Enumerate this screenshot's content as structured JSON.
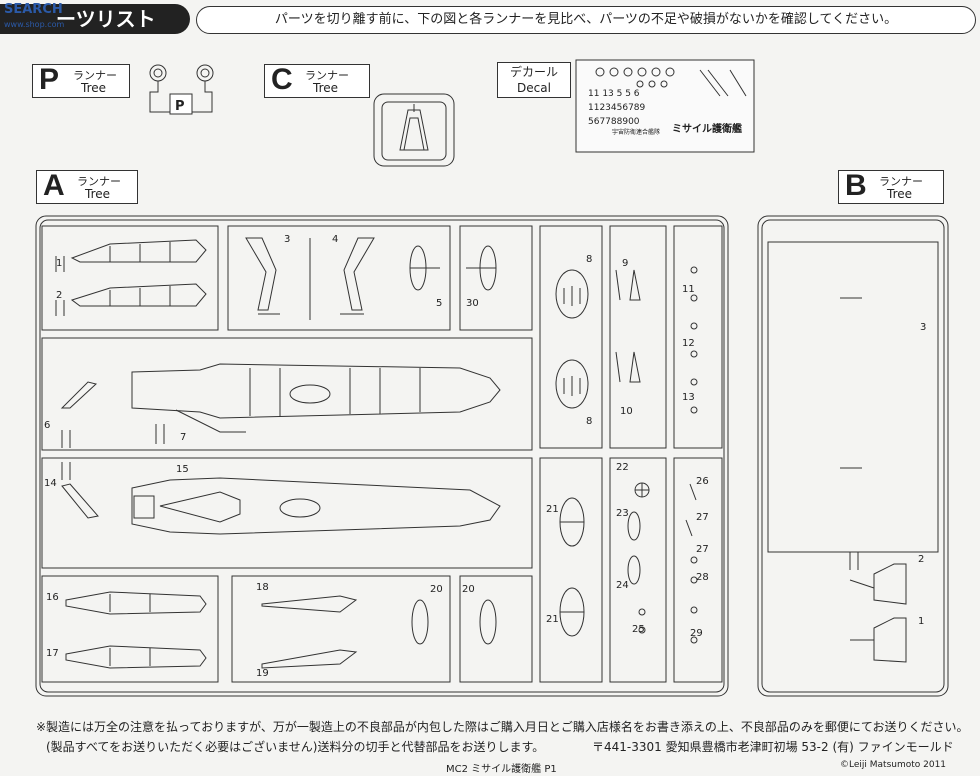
{
  "header": {
    "title": "ーツリスト",
    "watermark": "SEARCH",
    "watermark_sub": "www.shop.com",
    "notice": "パーツを切り離す前に、下の図と各ランナーを見比べ、パーツの不足や破損がないかを確認してください。"
  },
  "runners": {
    "p": {
      "letter": "P",
      "jp": "ランナー",
      "en": "Tree",
      "part_mark": "P"
    },
    "c": {
      "letter": "C",
      "jp": "ランナー",
      "en": "Tree"
    },
    "a": {
      "letter": "A",
      "jp": "ランナー",
      "en": "Tree"
    },
    "b": {
      "letter": "B",
      "jp": "ランナー",
      "en": "Tree"
    }
  },
  "decal": {
    "jp": "デカール",
    "en": "Decal",
    "sheet_title": "ミサイル護衛艦",
    "sheet_sub1": "宇宙防衛連合艦隊",
    "numbers_row1": "11 13 5 5 6",
    "numbers_row2": "1123456789",
    "numbers_row3": "567788900"
  },
  "tree_a_part_numbers": [
    "1",
    "2",
    "3",
    "4",
    "5",
    "30",
    "8",
    "9",
    "11",
    "12",
    "13",
    "6",
    "7",
    "14",
    "15",
    "8",
    "10",
    "22",
    "26",
    "21",
    "23",
    "27",
    "27",
    "28",
    "24",
    "16",
    "18",
    "20",
    "20",
    "21",
    "25",
    "29",
    "17",
    "19"
  ],
  "tree_b_part_numbers": [
    "3",
    "2",
    "1"
  ],
  "footer": {
    "line1": "※製造には万全の注意を払っておりますが、万が一製造上の不良部品が内包した際はご購入月日とご購入店様名をお書き添えの上、不良部品のみを郵便にてお送りください。",
    "line2": "(製品すべてをお送りいただく必要はございません)送料分の切手と代替部品をお送りします。",
    "address": "〒441-3301 愛知県豊橋市老津町初場 53-2 (有) ファインモールド",
    "page_label": "MC2 ミサイル護衛艦 P1",
    "copyright": "©Leiji Matsumoto 2011"
  }
}
